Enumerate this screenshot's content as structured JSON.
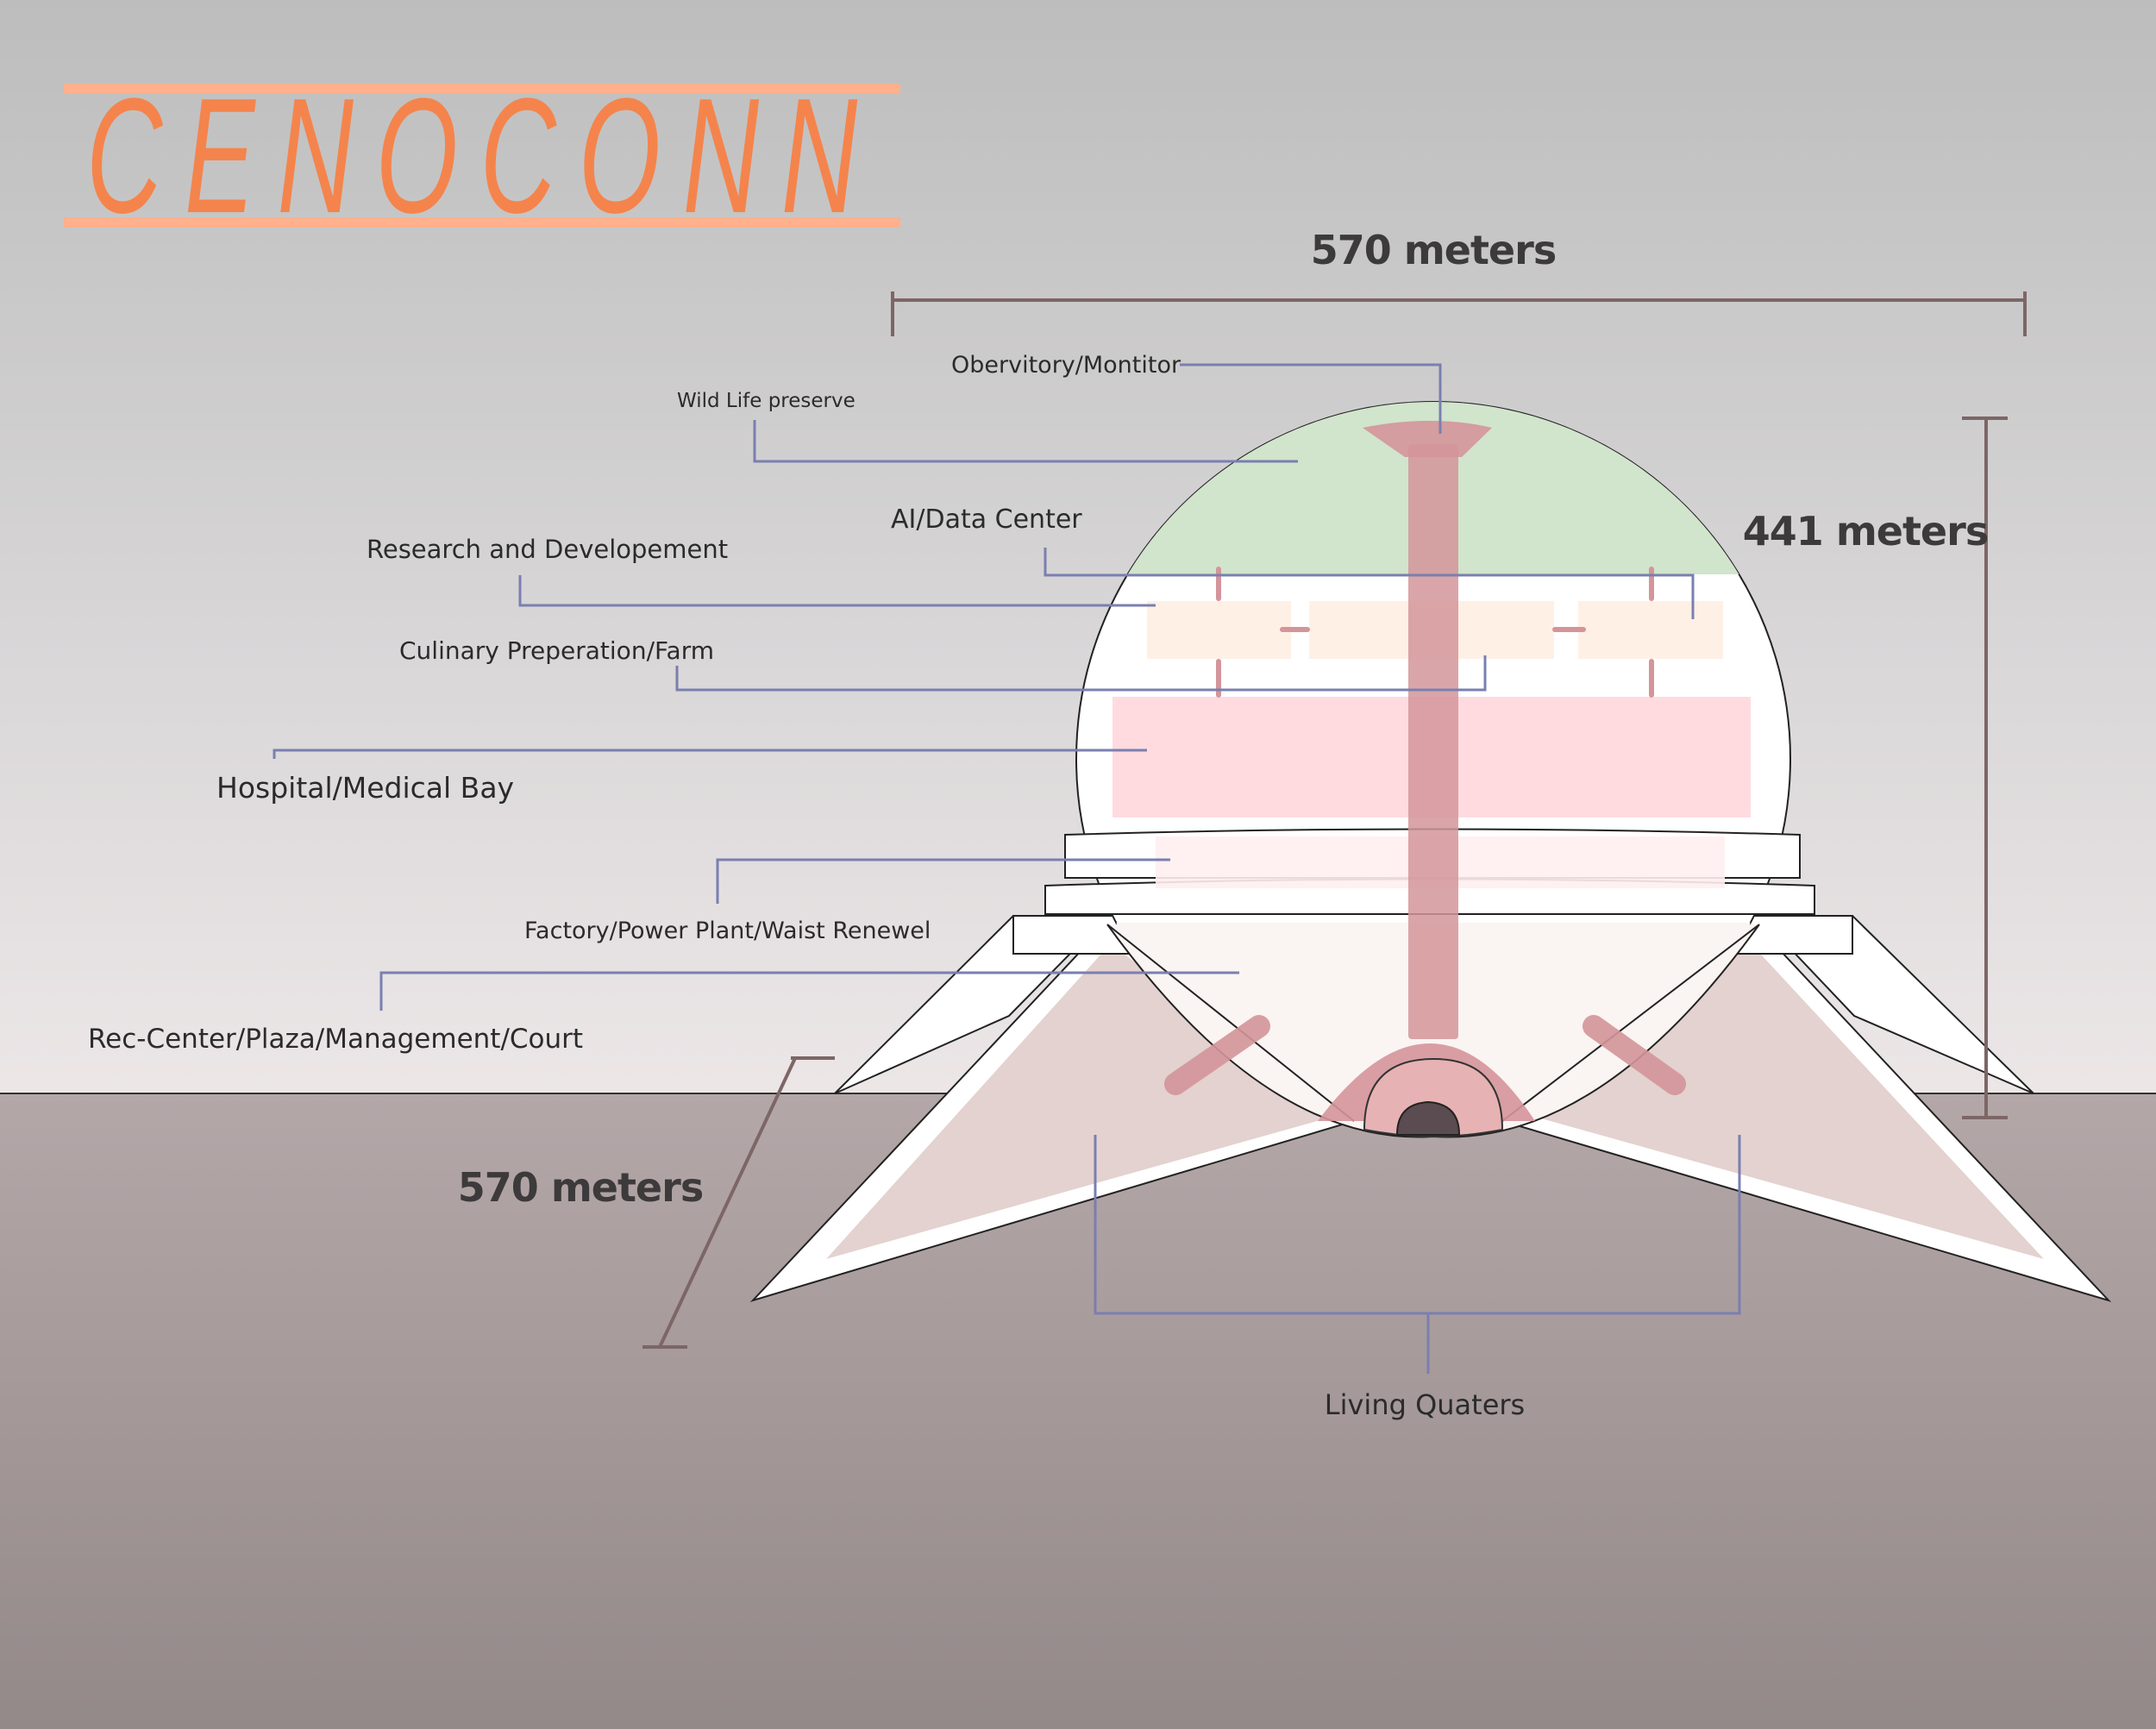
{
  "title": "CENOCONN",
  "dimensions": {
    "width_top": "570 meters",
    "height": "441 meters",
    "leg_length": "570 meters"
  },
  "labels": {
    "observatory": "Obervitory/Montitor",
    "wildlife": "Wild Life preserve",
    "ai_data": "AI/Data Center",
    "research": "Research and Developement",
    "culinary": "Culinary Preperation/Farm",
    "hospital": "Hospital/Medical Bay",
    "factory": "Factory/Power Plant/Waist Renewel",
    "rec_center": "Rec-Center/Plaza/Management/Court",
    "living": "Living Quaters"
  },
  "colors": {
    "title": "#f4844c",
    "title_bars": "#ffb08c",
    "leader_lines": "#7a7fb0",
    "dimension_lines": "#7d6666",
    "wildlife_zone": "#d1e4cc",
    "research_zone": "#fff0e6",
    "hospital_zone": "#ffdbe0",
    "core_shaft": "#d4959a",
    "ground": "#a89a9a"
  }
}
